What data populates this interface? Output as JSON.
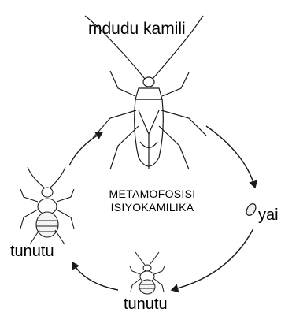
{
  "diagram": {
    "title": "mdudu kamili",
    "center_text_line1": "METAMOFOSISI",
    "center_text_line2": "ISIYOKAMILIKA",
    "egg_label": "yai",
    "nymph_left_label": "tunutu",
    "nymph_bottom_label": "tunutu"
  },
  "colors": {
    "ink": "#1a1a1a",
    "background": "#ffffff"
  }
}
